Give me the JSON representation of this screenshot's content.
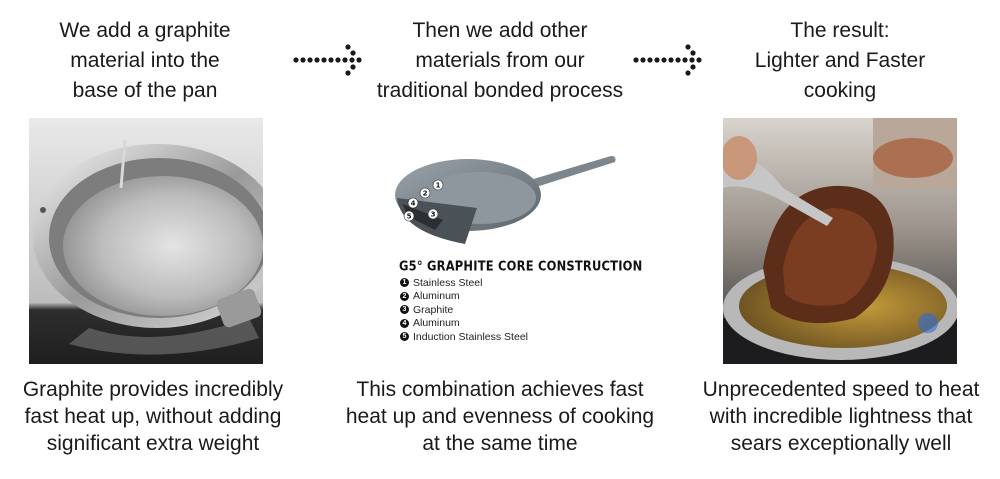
{
  "steps": [
    {
      "heading": "We add a graphite\nmaterial into the\nbase of the pan",
      "caption": "Graphite provides incredibly\nfast heat up, without adding\nsignificant extra weight"
    },
    {
      "heading": "Then we add other\nmaterials from our\ntraditional bonded process",
      "caption": "This combination achieves fast\nheat up and evenness of cooking\nat the same time"
    },
    {
      "heading": "The result:\nLighter and Faster\ncooking",
      "caption": "Unprecedented speed to heat\nwith incredible lightness that\nsears exceptionally well"
    }
  ],
  "construction": {
    "title": "G5° GRAPHITE CORE CONSTRUCTION",
    "layers": [
      {
        "num": "1",
        "label": "Stainless Steel"
      },
      {
        "num": "2",
        "label": "Aluminum"
      },
      {
        "num": "3",
        "label": "Graphite"
      },
      {
        "num": "4",
        "label": "Aluminum"
      },
      {
        "num": "5",
        "label": "Induction Stainless Steel"
      }
    ]
  },
  "icons": [
    "dotted-arrow-icon",
    "dotted-arrow-icon"
  ]
}
